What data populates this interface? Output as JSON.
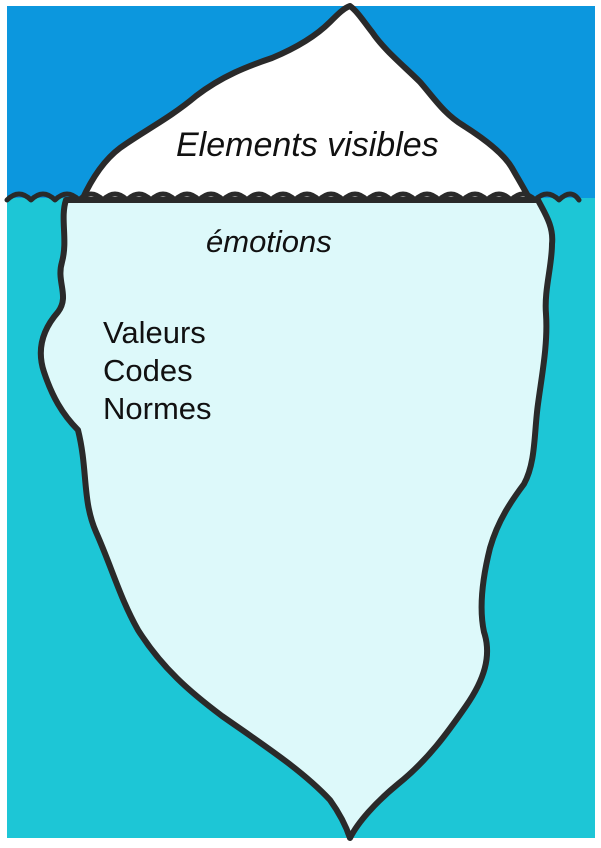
{
  "colors": {
    "sky": "#0C97DE",
    "sea": "#1DC6D6",
    "ice_above": "#FFFFFF",
    "ice_below": "#DDF9FA",
    "outline": "#2A2A2A"
  },
  "labels": {
    "above_water": "Elements visibles",
    "waterline": "émotions",
    "below_water": [
      "Valeurs",
      "Codes",
      "Normes"
    ]
  }
}
